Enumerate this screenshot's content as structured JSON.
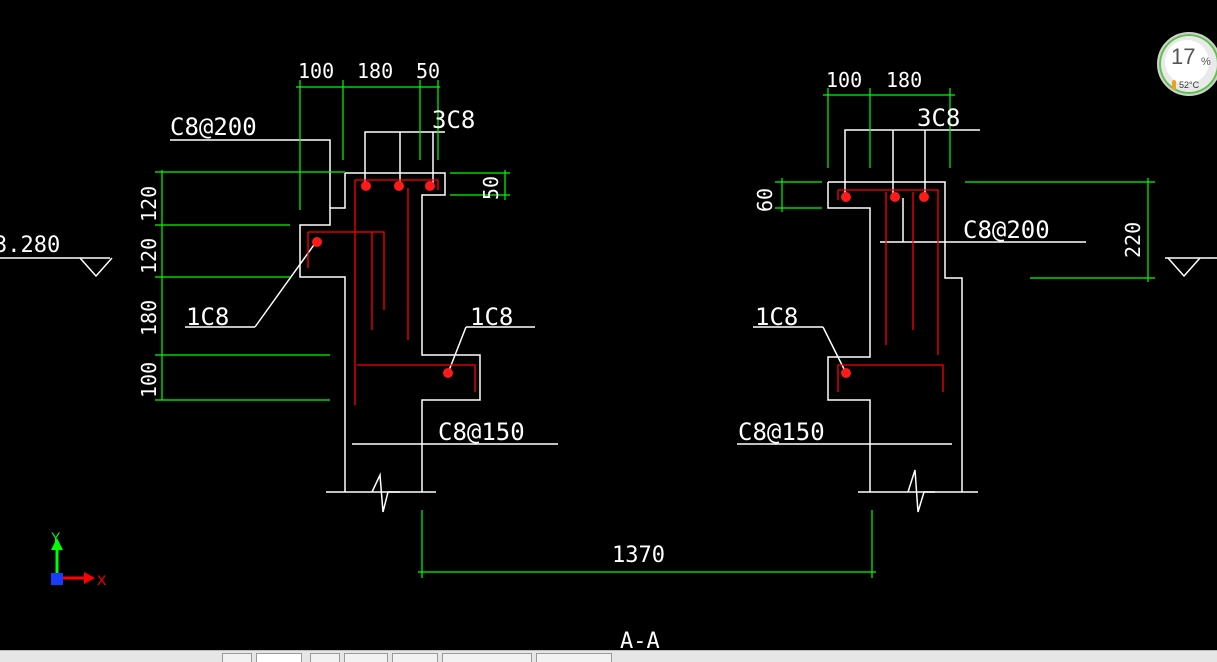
{
  "drawing": {
    "left_dims_top": [
      "100",
      "180",
      "50"
    ],
    "right_dims_top": [
      "100",
      "180"
    ],
    "left_rebar_top": "3C8",
    "right_rebar_top": "3C8",
    "left_stirrup_top": "C8@200",
    "right_stirrup_top": "C8@200",
    "left_elevation": "3.280",
    "left_dim_50": "50",
    "left_vertical_dims": [
      "120",
      "120",
      "180",
      "100"
    ],
    "right_dim_60": "60",
    "right_dim_220": "220",
    "left_corner_bar": "1C8",
    "left_mid_bar": "1C8",
    "right_mid_bar": "1C8",
    "left_stirrup_bottom": "C8@150",
    "right_stirrup_bottom": "C8@150",
    "span_dim": "1370",
    "section_label": "A-A",
    "colors": {
      "line": "#ffffff",
      "dim": "#00ff00",
      "rebar": "#ff0000",
      "bar_dot": "#ff1a1a"
    }
  },
  "ucs": {
    "x_label": "X",
    "y_label": "Y"
  },
  "cpu_monitor": {
    "percent": "17",
    "unit": "%",
    "temperature": "52°C"
  }
}
